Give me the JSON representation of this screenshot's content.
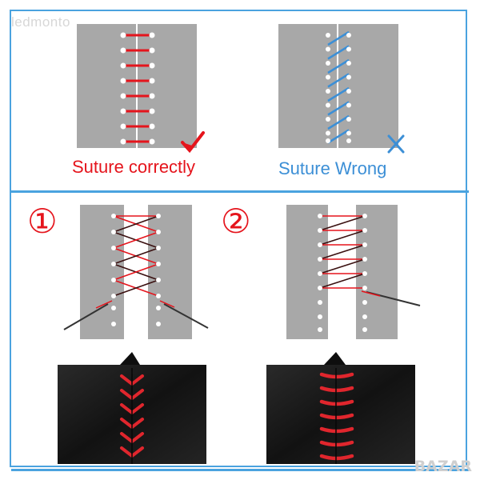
{
  "watermark": "ledmonto",
  "corner_mark": "BAZAR",
  "top_panel": {
    "correct_label": "Suture correctly",
    "wrong_label": "Suture Wrong",
    "correct_icon": "checkmark-icon",
    "wrong_icon": "cross-icon"
  },
  "method_panel": {
    "step_1": "①",
    "step_2": "②"
  },
  "colors": {
    "frame": "#4aa3df",
    "correct": "#e5141c",
    "wrong": "#3c8fd6",
    "panel_gray": "#a8a8a8",
    "leather": "#1a1a1a"
  }
}
